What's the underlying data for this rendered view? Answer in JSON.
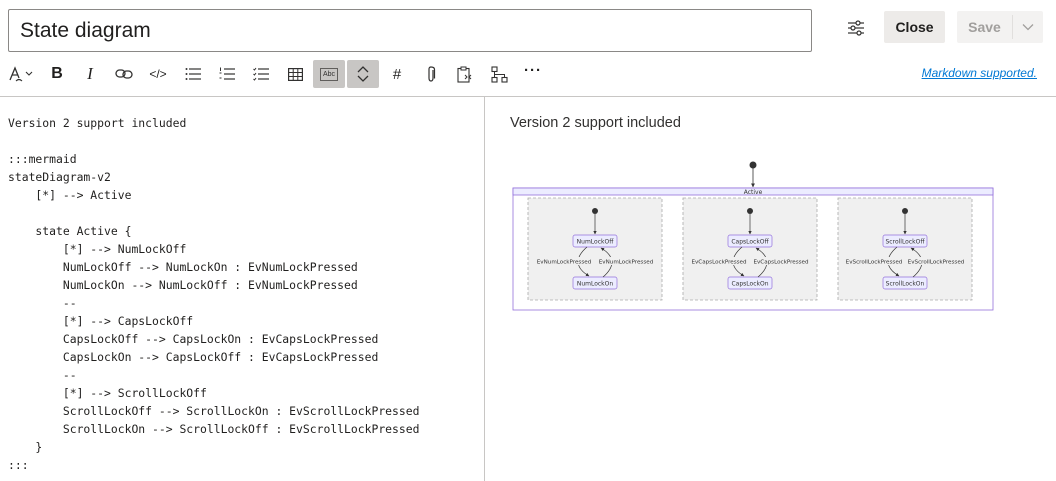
{
  "header": {
    "title": "State diagram",
    "close_label": "Close",
    "save_label": "Save"
  },
  "toolbar": {
    "tools": [
      {
        "name": "text-format-icon"
      },
      {
        "name": "bold-icon",
        "label": "B"
      },
      {
        "name": "italic-icon",
        "label": "I"
      },
      {
        "name": "link-icon"
      },
      {
        "name": "code-icon",
        "label": "</>"
      },
      {
        "name": "bulleted-list-icon"
      },
      {
        "name": "numbered-list-icon"
      },
      {
        "name": "checklist-icon"
      },
      {
        "name": "table-icon"
      },
      {
        "name": "highlight-icon",
        "label": "Abc"
      },
      {
        "name": "expand-icon"
      },
      {
        "name": "heading-icon",
        "label": "#"
      },
      {
        "name": "attachment-icon"
      },
      {
        "name": "clipboard-code-icon"
      },
      {
        "name": "diagram-icon"
      },
      {
        "name": "more-icon",
        "label": "···"
      }
    ],
    "markdown_link": "Markdown supported."
  },
  "editor": {
    "lines": [
      "Version 2 support included",
      "",
      ":::mermaid",
      "stateDiagram-v2",
      "    [*] --> Active",
      "",
      "    state Active {",
      "        [*] --> NumLockOff",
      "        NumLockOff --> NumLockOn : EvNumLockPressed",
      "        NumLockOn --> NumLockOff : EvNumLockPressed",
      "        --",
      "        [*] --> CapsLockOff",
      "        CapsLockOff --> CapsLockOn : EvCapsLockPressed",
      "        CapsLockOn --> CapsLockOff : EvCapsLockPressed",
      "        --",
      "        [*] --> ScrollLockOff",
      "        ScrollLockOff --> ScrollLockOn : EvScrollLockPressed",
      "        ScrollLockOn --> ScrollLockOff : EvScrollLockPressed",
      "    }",
      ":::"
    ]
  },
  "preview": {
    "text": "Version 2 support included",
    "diagram": {
      "outer_state": "Active",
      "regions": [
        {
          "off": "NumLockOff",
          "on": "NumLockOn",
          "event_left": "EvNumLockPressed",
          "event_right": "EvNumLockPressed"
        },
        {
          "off": "CapsLockOff",
          "on": "CapsLockOn",
          "event_left": "EvCapsLockPressed",
          "event_right": "EvCapsLockPressed"
        },
        {
          "off": "ScrollLockOff",
          "on": "ScrollLockOn",
          "event_left": "EvScrollLockPressed",
          "event_right": "EvScrollLockPressed"
        }
      ]
    }
  },
  "colors": {
    "accent": "#0078d4",
    "node_fill": "#ECECFF",
    "node_stroke": "#9370DB",
    "region_fill": "#f0f0f0"
  }
}
